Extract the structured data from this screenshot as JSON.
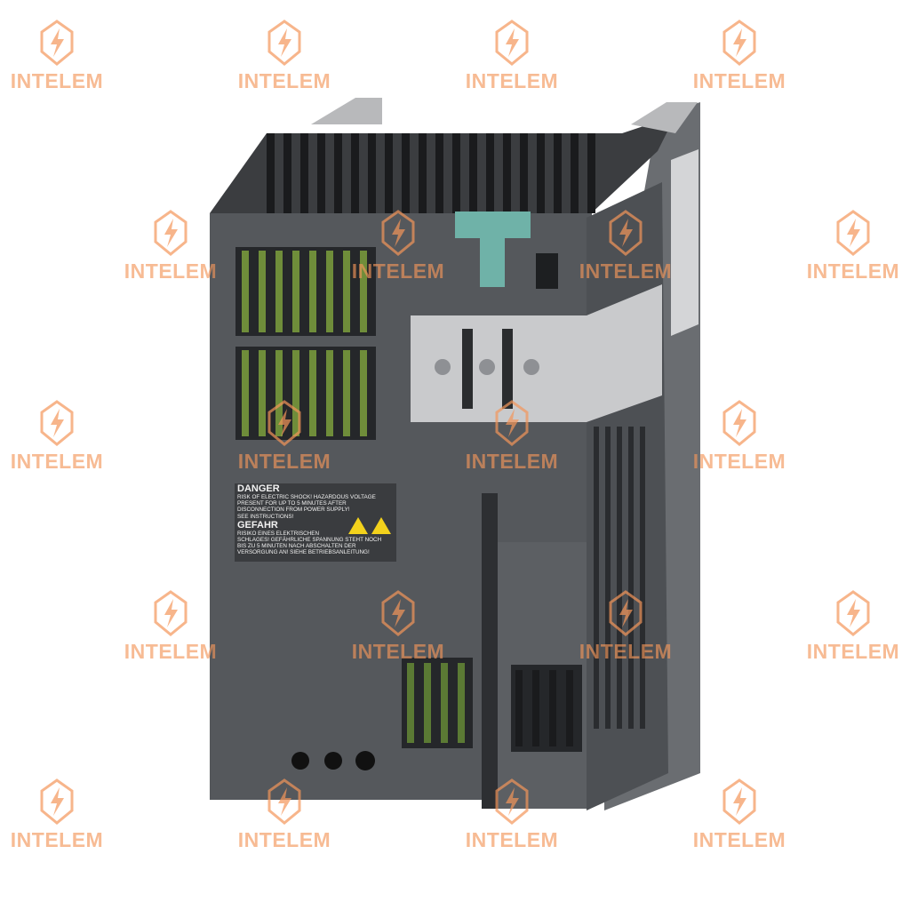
{
  "watermark": {
    "text": "INTELEM",
    "icon": "lightning-shield-icon",
    "color": "#f3965a"
  },
  "warning_label": {
    "title_en": "DANGER",
    "text_en": "Risk of electric shock! Hazardous voltage\npresent for up to 5 minutes after\ndisconnection from power supply!\nSee instructions!",
    "title_de": "GEFAHR",
    "text_de": "Risiko eines elektrischen\nSchlages! Gefährliche Spannung steht noch\nbis zu 5 Minuten nach Abschalten der\nVersorgung an! Siehe Betriebsanleitung!",
    "icons": [
      "electric-hazard-icon",
      "general-warning-icon"
    ]
  },
  "colors": {
    "body": "#55585c",
    "body_dark": "#3f4246",
    "plate": "#c9cacc",
    "connector": "#6fb2a8"
  }
}
